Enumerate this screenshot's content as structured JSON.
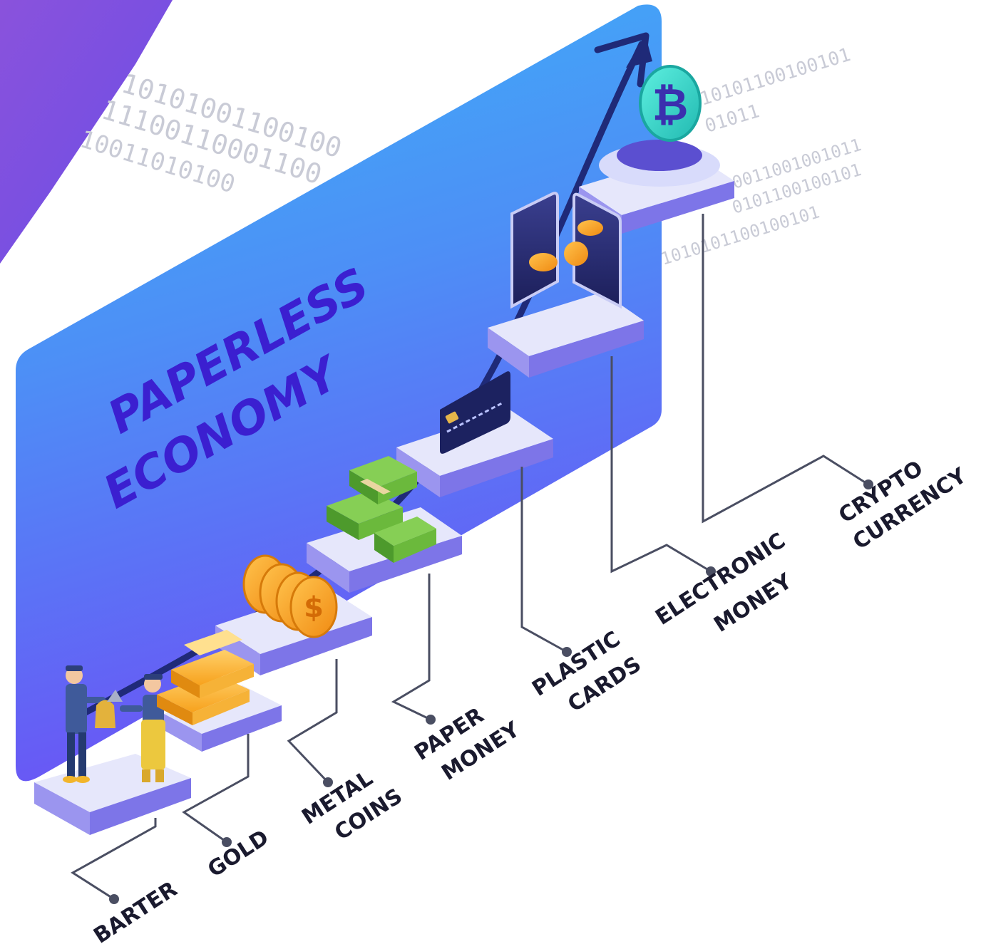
{
  "title": {
    "line1": "PAPERLESS",
    "line2": "ECONOMY"
  },
  "binary_strings": {
    "left": [
      "10101001100100",
      "11100110001100",
      "10011010100"
    ],
    "right": [
      "10101100100101",
      "01011",
      "0011001001011",
      "0101100100101",
      "1010101100100101"
    ]
  },
  "stages": [
    {
      "id": "barter",
      "label_lines": [
        "BARTER"
      ]
    },
    {
      "id": "gold",
      "label_lines": [
        "GOLD"
      ]
    },
    {
      "id": "metal-coins",
      "label_lines": [
        "METAL",
        "COINS"
      ]
    },
    {
      "id": "paper-money",
      "label_lines": [
        "PAPER",
        "MONEY"
      ]
    },
    {
      "id": "plastic-cards",
      "label_lines": [
        "PLASTIC",
        "CARDS"
      ]
    },
    {
      "id": "electronic-money",
      "label_lines": [
        "ELECTRONIC",
        "MONEY"
      ]
    },
    {
      "id": "crypto-currency",
      "label_lines": [
        "CRYPTO",
        "CURRENCY"
      ]
    }
  ],
  "icons": {
    "coin_symbol": "$",
    "crypto_symbol": "₿"
  },
  "colors": {
    "board_top": "#3aa8f7",
    "board_bottom": "#6a54f5",
    "corner_purple": "#7b4fe0",
    "title": "#3b1fd0",
    "platform_top": "#e3e4fb",
    "platform_side": "#8f88ee",
    "leader_line": "#4a4e62"
  }
}
